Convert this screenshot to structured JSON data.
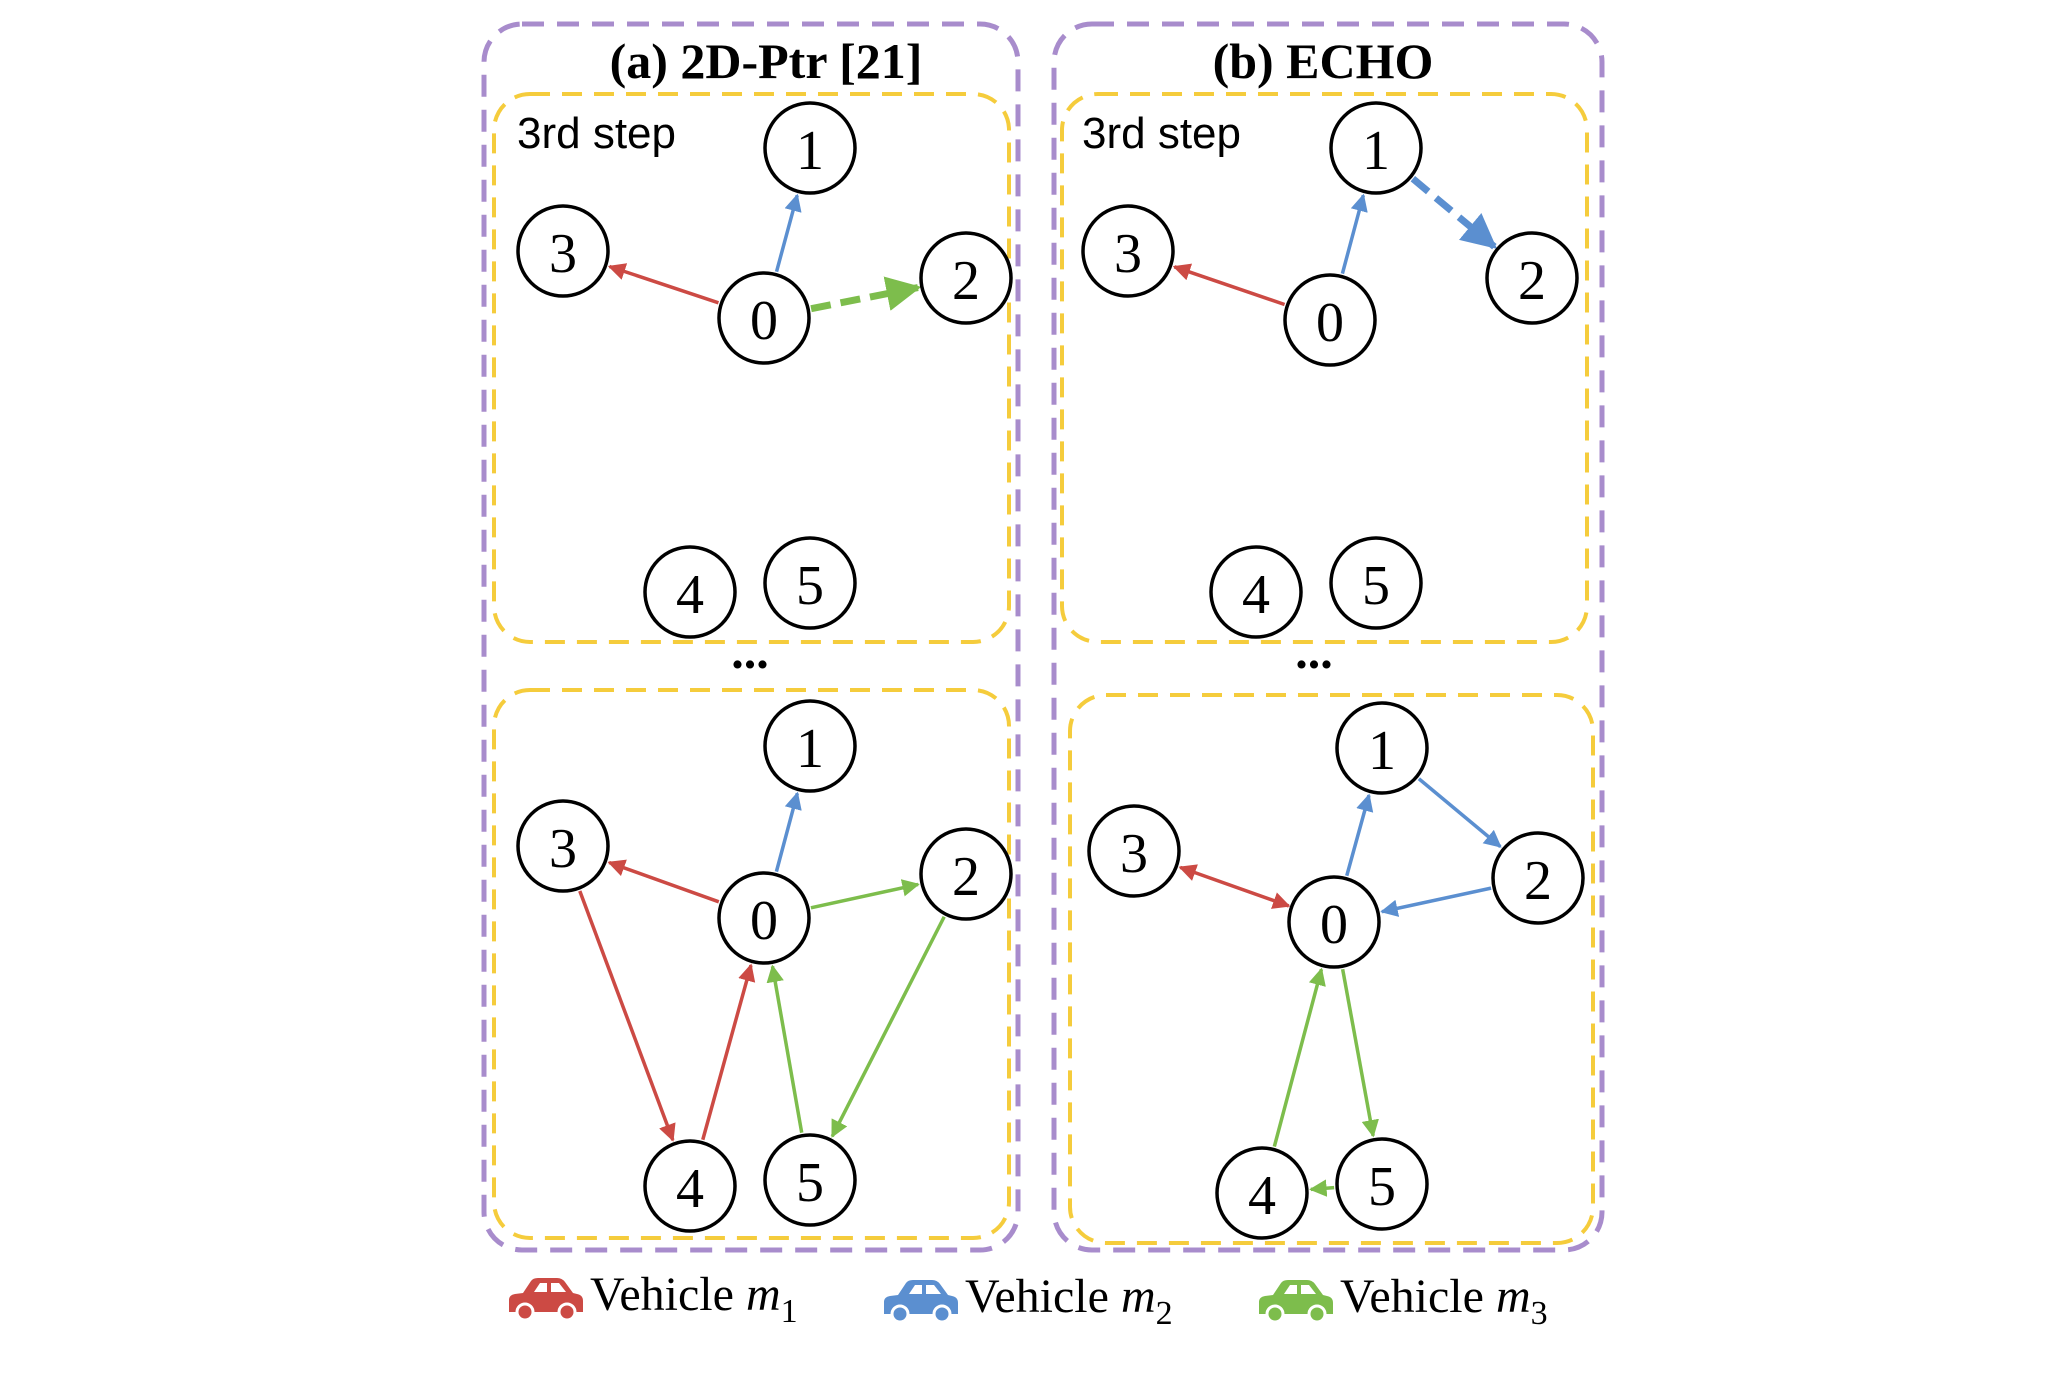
{
  "colors": {
    "vehicle_m1": "#cc4a44",
    "vehicle_m2": "#5b8fd0",
    "vehicle_m3": "#7dbd4c",
    "panel_border": "#a88ccc",
    "step_border": "#f5cc3c"
  },
  "panels": [
    {
      "title": "(a) 2D-Ptr [21]",
      "ellipsis": "...",
      "steps": [
        {
          "label": "3rd step",
          "nodes": [
            "0",
            "1",
            "2",
            "3",
            "4",
            "5"
          ],
          "edges": [
            {
              "from": "0",
              "to": "1",
              "vehicle": "m2",
              "dashed": false
            },
            {
              "from": "0",
              "to": "3",
              "vehicle": "m1",
              "dashed": false
            },
            {
              "from": "0",
              "to": "2",
              "vehicle": "m3",
              "dashed": true
            }
          ]
        },
        {
          "label": "",
          "nodes": [
            "0",
            "1",
            "2",
            "3",
            "4",
            "5"
          ],
          "edges": [
            {
              "from": "0",
              "to": "1",
              "vehicle": "m2",
              "dashed": false
            },
            {
              "from": "0",
              "to": "3",
              "vehicle": "m1",
              "dashed": false
            },
            {
              "from": "3",
              "to": "4",
              "vehicle": "m1",
              "dashed": false
            },
            {
              "from": "4",
              "to": "0",
              "vehicle": "m1",
              "dashed": false
            },
            {
              "from": "0",
              "to": "2",
              "vehicle": "m3",
              "dashed": false
            },
            {
              "from": "2",
              "to": "5",
              "vehicle": "m3",
              "dashed": false
            },
            {
              "from": "5",
              "to": "0",
              "vehicle": "m3",
              "dashed": false
            }
          ]
        }
      ]
    },
    {
      "title": "(b) ECHO",
      "ellipsis": "...",
      "steps": [
        {
          "label": "3rd step",
          "nodes": [
            "0",
            "1",
            "2",
            "3",
            "4",
            "5"
          ],
          "edges": [
            {
              "from": "0",
              "to": "1",
              "vehicle": "m2",
              "dashed": false
            },
            {
              "from": "1",
              "to": "2",
              "vehicle": "m2",
              "dashed": true
            },
            {
              "from": "0",
              "to": "3",
              "vehicle": "m1",
              "dashed": false
            }
          ]
        },
        {
          "label": "",
          "nodes": [
            "0",
            "1",
            "2",
            "3",
            "4",
            "5"
          ],
          "edges": [
            {
              "from": "0",
              "to": "1",
              "vehicle": "m2",
              "dashed": false
            },
            {
              "from": "1",
              "to": "2",
              "vehicle": "m2",
              "dashed": false
            },
            {
              "from": "2",
              "to": "0",
              "vehicle": "m2",
              "dashed": false
            },
            {
              "from": "0",
              "to": "3",
              "vehicle": "m1",
              "dashed": false,
              "bidirectional": true
            },
            {
              "from": "0",
              "to": "5",
              "vehicle": "m3",
              "dashed": false
            },
            {
              "from": "5",
              "to": "4",
              "vehicle": "m3",
              "dashed": false
            },
            {
              "from": "4",
              "to": "0",
              "vehicle": "m3",
              "dashed": false
            }
          ]
        }
      ]
    }
  ],
  "legend": [
    {
      "icon": "car-icon",
      "vehicle": "m1",
      "label": "Vehicle ",
      "math_base": "m",
      "math_sub": "1"
    },
    {
      "icon": "car-icon",
      "vehicle": "m2",
      "label": "Vehicle ",
      "math_base": "m",
      "math_sub": "2"
    },
    {
      "icon": "car-icon",
      "vehicle": "m3",
      "label": "Vehicle ",
      "math_base": "m",
      "math_sub": "3"
    }
  ]
}
